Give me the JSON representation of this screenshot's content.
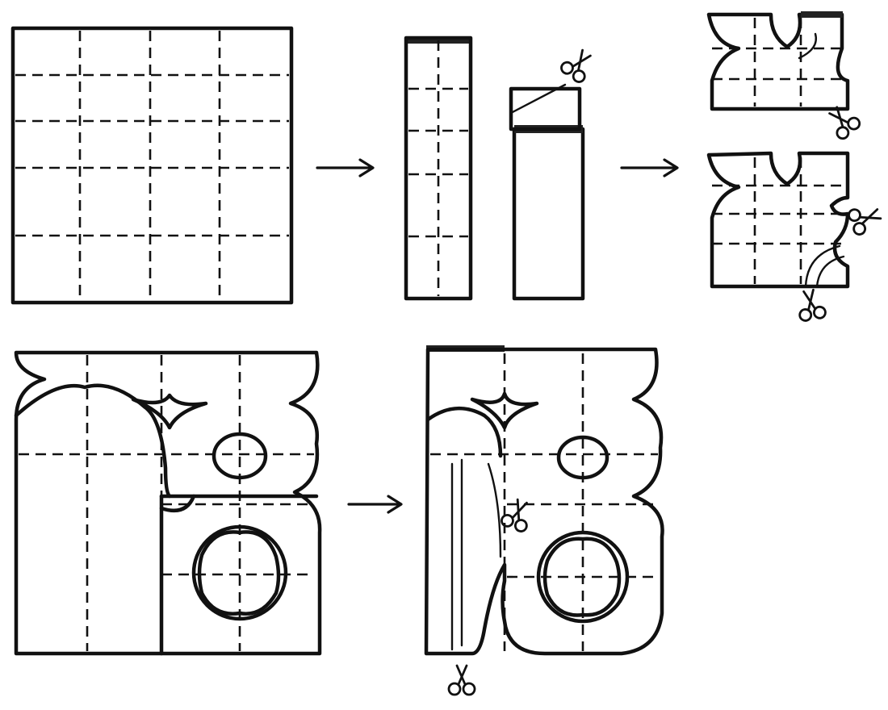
{
  "figure": {
    "steps": [
      "paper-grid",
      "fold-strips",
      "cut-arches",
      "cut-openings",
      "result"
    ],
    "icons": {
      "scissors": "scissors-icon",
      "arrow": "arrow-right-icon"
    },
    "ink_color": "#111111",
    "paper_color": "#ffffff"
  }
}
